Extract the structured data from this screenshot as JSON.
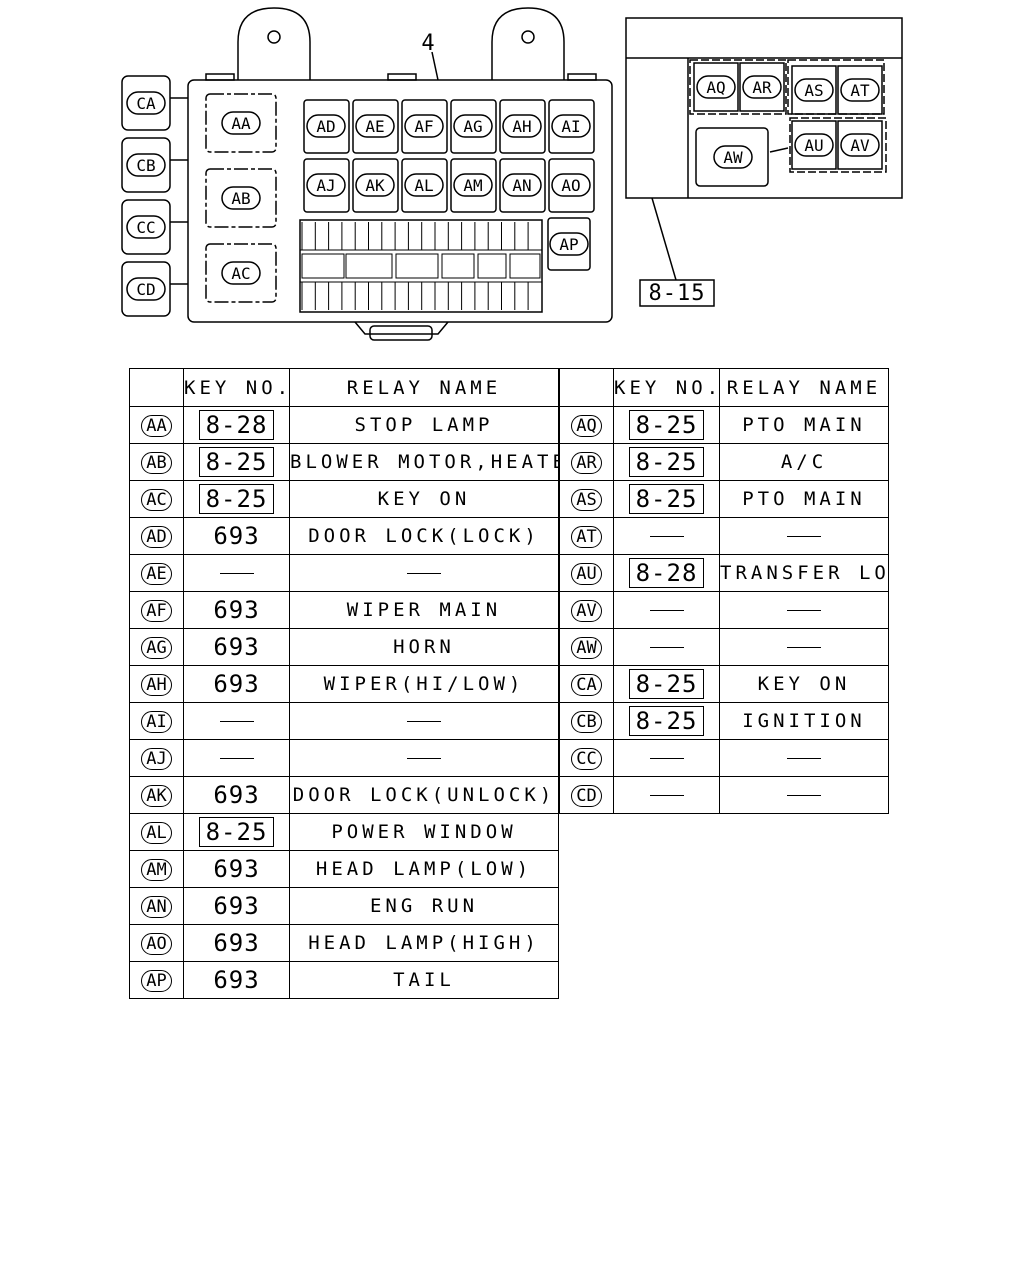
{
  "diagram": {
    "part_number": "4",
    "callout": "8-15",
    "fuse_box_main": [
      "AA",
      "AB",
      "AC"
    ],
    "relay_row_top": [
      "AD",
      "AE",
      "AF",
      "AG",
      "AH",
      "AI"
    ],
    "relay_row_bottom": [
      "AJ",
      "AK",
      "AL",
      "AM",
      "AN",
      "AO"
    ],
    "relay_side": "AP",
    "side_relays": [
      "CA",
      "CB",
      "CC",
      "CD"
    ],
    "aux_box": [
      "AQ",
      "AR",
      "AS",
      "AT",
      "AW",
      "AU",
      "AV"
    ]
  },
  "table": {
    "headers": {
      "key": "KEY NO.",
      "relay": "RELAY NAME"
    },
    "left_rows": [
      {
        "code": "AA",
        "key": "8-28",
        "boxed": true,
        "name": "STOP LAMP"
      },
      {
        "code": "AB",
        "key": "8-25",
        "boxed": true,
        "name": "BLOWER MOTOR,HEATER"
      },
      {
        "code": "AC",
        "key": "8-25",
        "boxed": true,
        "name": "KEY ON"
      },
      {
        "code": "AD",
        "key": "693",
        "boxed": false,
        "name": "DOOR LOCK(LOCK)"
      },
      {
        "code": "AE",
        "key": "",
        "boxed": false,
        "name": ""
      },
      {
        "code": "AF",
        "key": "693",
        "boxed": false,
        "name": "WIPER MAIN"
      },
      {
        "code": "AG",
        "key": "693",
        "boxed": false,
        "name": "HORN"
      },
      {
        "code": "AH",
        "key": "693",
        "boxed": false,
        "name": "WIPER(HI/LOW)"
      },
      {
        "code": "AI",
        "key": "",
        "boxed": false,
        "name": ""
      },
      {
        "code": "AJ",
        "key": "",
        "boxed": false,
        "name": ""
      },
      {
        "code": "AK",
        "key": "693",
        "boxed": false,
        "name": "DOOR LOCK(UNLOCK)"
      },
      {
        "code": "AL",
        "key": "8-25",
        "boxed": true,
        "name": "POWER WINDOW"
      },
      {
        "code": "AM",
        "key": "693",
        "boxed": false,
        "name": "HEAD LAMP(LOW)"
      },
      {
        "code": "AN",
        "key": "693",
        "boxed": false,
        "name": "ENG RUN"
      },
      {
        "code": "AO",
        "key": "693",
        "boxed": false,
        "name": "HEAD LAMP(HIGH)"
      },
      {
        "code": "AP",
        "key": "693",
        "boxed": false,
        "name": "TAIL"
      }
    ],
    "right_rows": [
      {
        "code": "AQ",
        "key": "8-25",
        "boxed": true,
        "name": "PTO MAIN"
      },
      {
        "code": "AR",
        "key": "8-25",
        "boxed": true,
        "name": "A/C"
      },
      {
        "code": "AS",
        "key": "8-25",
        "boxed": true,
        "name": "PTO MAIN"
      },
      {
        "code": "AT",
        "key": "",
        "boxed": false,
        "name": ""
      },
      {
        "code": "AU",
        "key": "8-28",
        "boxed": true,
        "name": "TRANSFER LO"
      },
      {
        "code": "AV",
        "key": "",
        "boxed": false,
        "name": ""
      },
      {
        "code": "AW",
        "key": "",
        "boxed": false,
        "name": ""
      },
      {
        "code": "CA",
        "key": "8-25",
        "boxed": true,
        "name": "KEY ON"
      },
      {
        "code": "CB",
        "key": "8-25",
        "boxed": true,
        "name": "IGNITION"
      },
      {
        "code": "CC",
        "key": "",
        "boxed": false,
        "name": ""
      },
      {
        "code": "CD",
        "key": "",
        "boxed": false,
        "name": ""
      }
    ]
  }
}
